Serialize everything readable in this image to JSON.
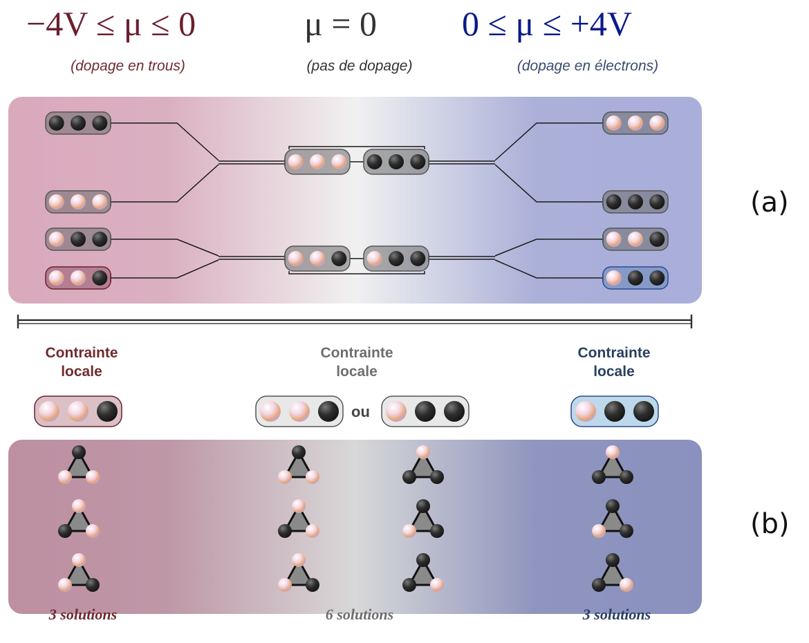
{
  "header": {
    "left_eq": "−4V ≤ μ  ≤ 0",
    "mid_eq": "μ  = 0",
    "right_eq": "0 ≤ μ  ≤ +4V",
    "left_sub": "(dopage en trous)",
    "mid_sub": "(pas de dopage)",
    "right_sub": "(dopage en électrons)"
  },
  "panel_labels": {
    "a": "(a)",
    "b": "(b)"
  },
  "constraints": {
    "left": [
      "Contrainte",
      "locale"
    ],
    "mid": [
      "Contrainte",
      "locale"
    ],
    "right": [
      "Contrainte",
      "locale"
    ],
    "ou": "ou"
  },
  "solutions": {
    "left": "3 solutions",
    "mid": "6 solutions",
    "right": "3 solutions"
  },
  "colors": {
    "hole": "#6b2530",
    "neutral": "#4a4a4a",
    "electron": "#0a1a8a",
    "hole_text": "#6e2b30",
    "neutral_text": "#6e6e6e",
    "electron_text": "#2a4060"
  },
  "icons": [
    "light-sphere",
    "dark-sphere",
    "triangle-plaquette"
  ]
}
